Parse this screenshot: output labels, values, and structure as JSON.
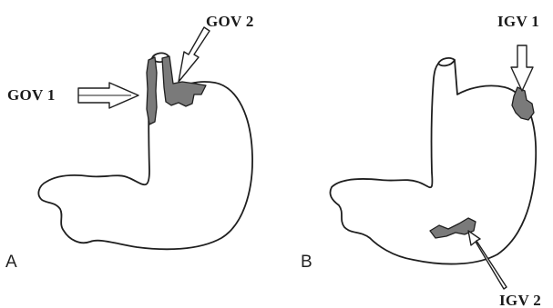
{
  "figure": {
    "panels": [
      {
        "letter": "A",
        "callouts": [
          "GOV 1",
          "GOV 2"
        ]
      },
      {
        "letter": "B",
        "callouts": [
          "IGV 1",
          "IGV 2"
        ]
      }
    ]
  },
  "colors": {
    "outline": "#1f1f1f",
    "varix_fill": "#7a7a7a",
    "background": "#ffffff"
  }
}
